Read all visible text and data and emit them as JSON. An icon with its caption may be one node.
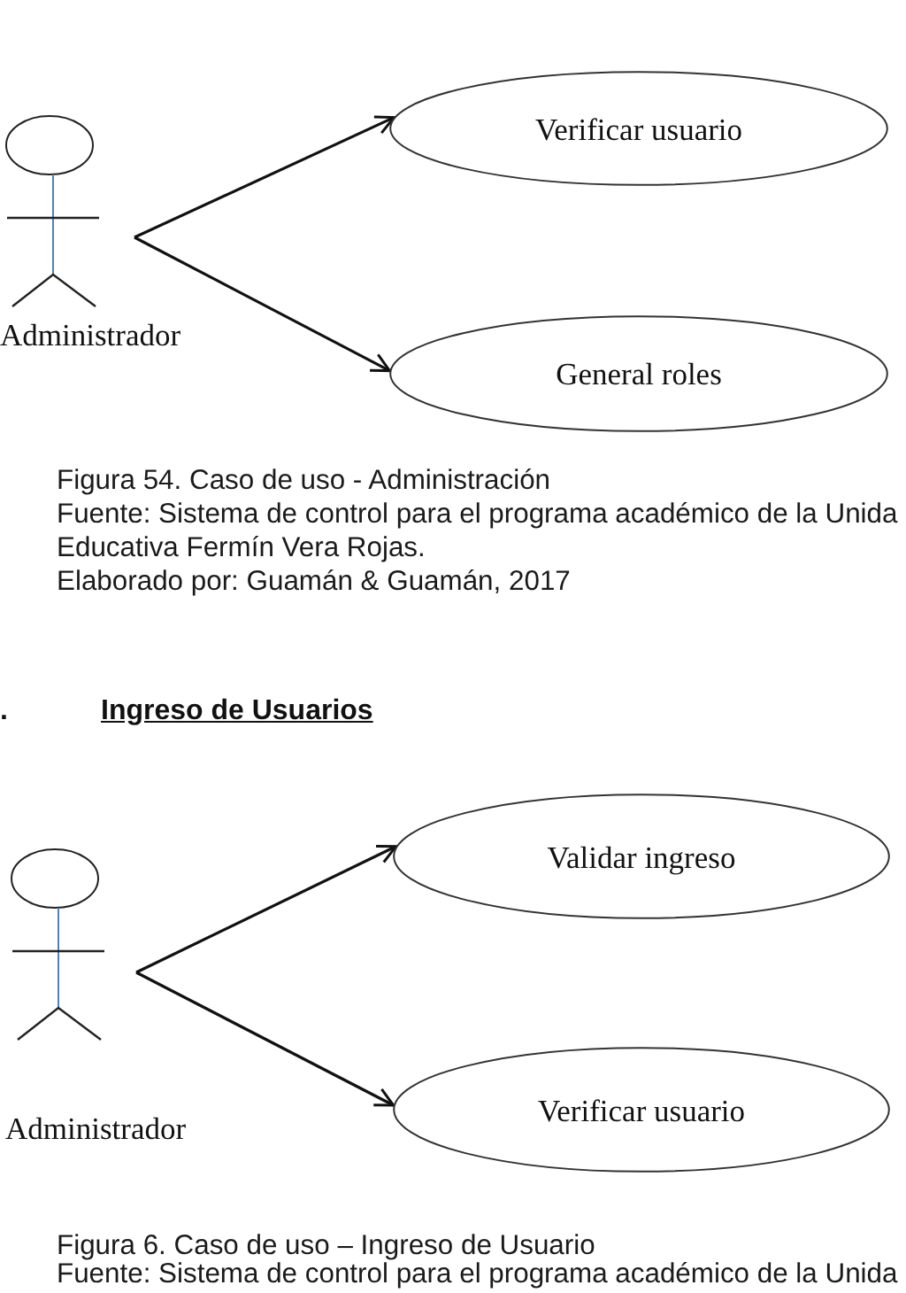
{
  "diagram": {
    "nodes": [
      {
        "text": [
          "Administrador"
        ]
      },
      {
        "text": [
          "Verificar usuario"
        ]
      },
      {
        "text": [
          "General roles"
        ]
      },
      {
        "text": [
          "Administrador"
        ]
      },
      {
        "text": [
          "Validar ingreso"
        ]
      },
      {
        "text": [
          "Verificar usuario"
        ]
      }
    ],
    "edges": [
      {
        "from": 0,
        "to": 1,
        "arrow": "to"
      },
      {
        "from": 0,
        "to": 2,
        "arrow": "to"
      },
      {
        "from": 3,
        "to": 4,
        "arrow": "to"
      },
      {
        "from": 3,
        "to": 5,
        "arrow": "to"
      }
    ],
    "labels": [
      "Figura 54. Caso de uso - Administración",
      "Fuente: Sistema de control para el programa académico de la Unida Educativa Fermín Vera Rojas.",
      "Elaborado por: Guamán & Guamán, 2017",
      ".",
      "Ingreso de Usuarios",
      "Figura 6. Caso de uso – Ingreso de Usuario",
      "Fuente: Sistema de control para el programa académico de la Unida"
    ]
  }
}
